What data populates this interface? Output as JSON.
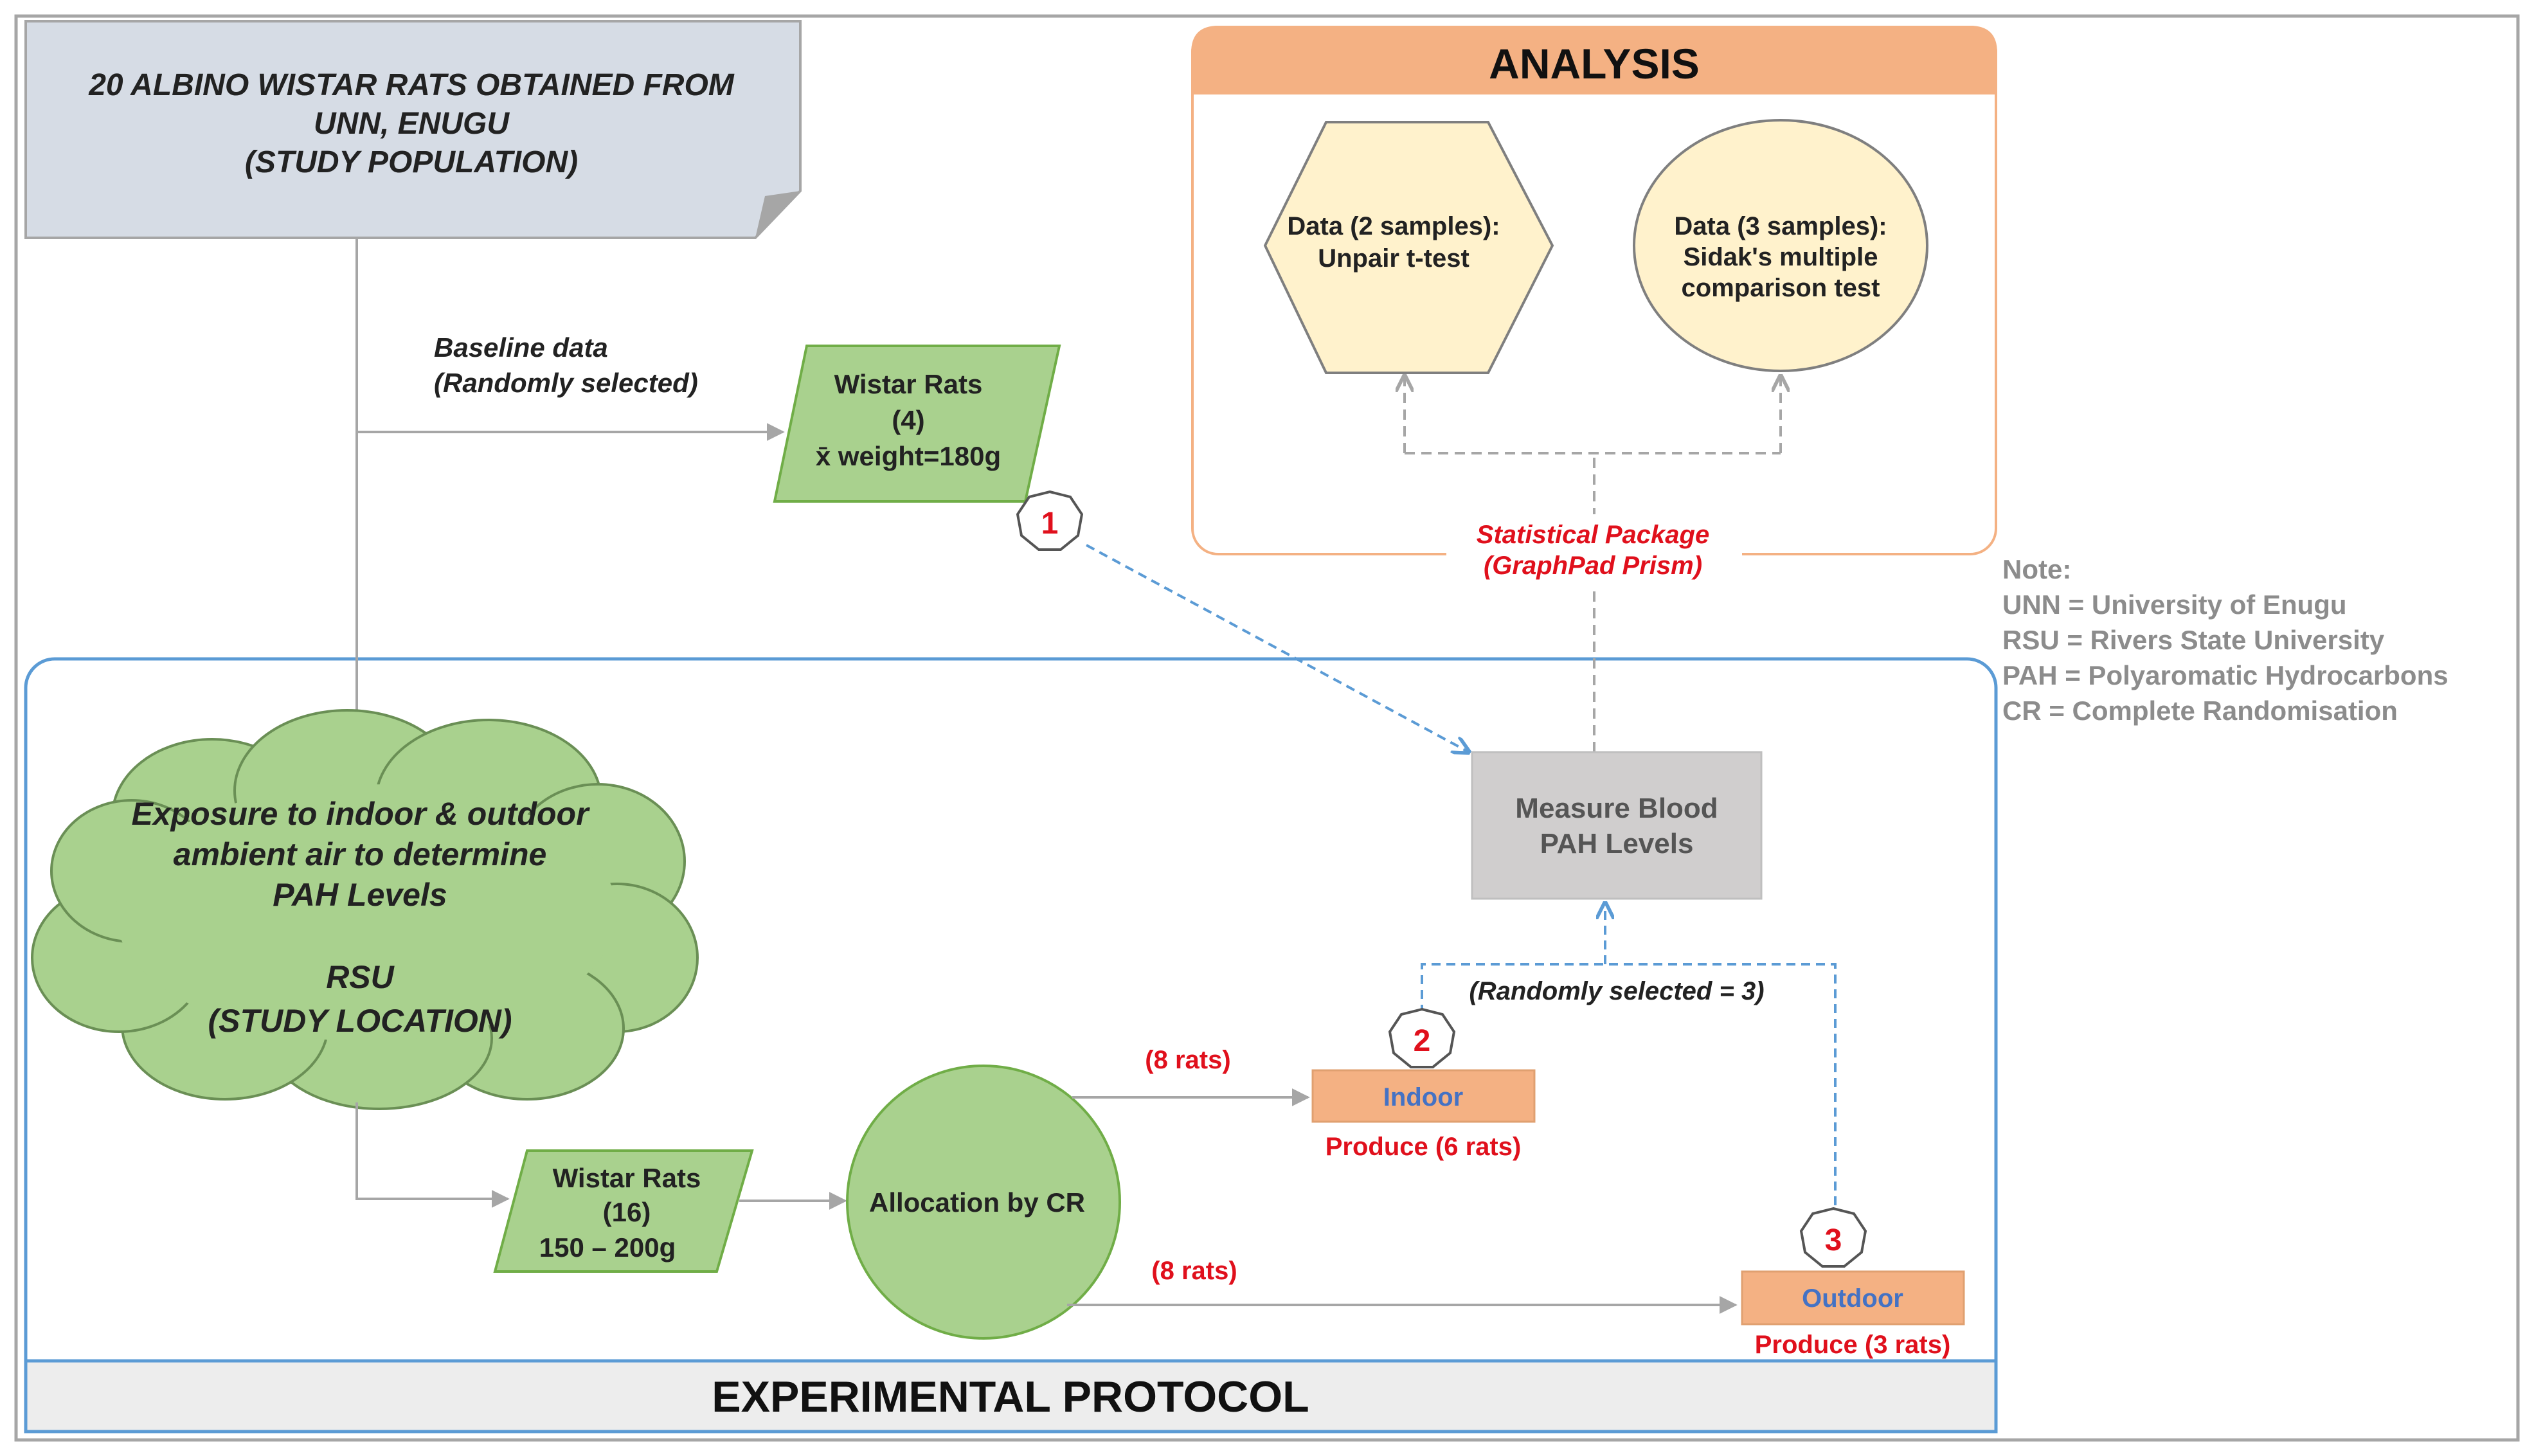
{
  "population": {
    "line1": "20 ALBINO WISTAR RATS OBTAINED FROM",
    "line2": "UNN, ENUGU",
    "line3": "(STUDY POPULATION)"
  },
  "baseline": {
    "label1": "Baseline data",
    "label2": "(Randomly selected)",
    "box1": "Wistar Rats",
    "box2": "(4)",
    "box3": "x̄  weight=180g"
  },
  "analysis": {
    "title": "ANALYSIS",
    "hex1": "Data (2 samples):",
    "hex2": "Unpair  t-test",
    "circle1": "Data (3 samples):",
    "circle2": "Sidak's multiple",
    "circle3": "comparison  test",
    "stat1": "Statistical Package",
    "stat2": "(GraphPad Prism)"
  },
  "note": {
    "title": "Note:",
    "l1": "UNN  =  University  of  Enugu",
    "l2": "RSU  =  Rivers  State  University",
    "l3": "PAH  =  Polyaromatic  Hydrocarbons",
    "l4": "CR  =  Complete  Randomisation"
  },
  "exposure": {
    "l1": "Exposure to indoor & outdoor",
    "l2": "ambient air to determine",
    "l3": "PAH Levels",
    "l4": "RSU",
    "l5": "(STUDY LOCATION)"
  },
  "measure": {
    "l1": "Measure Blood",
    "l2": "PAH Levels"
  },
  "random3": "(Randomly selected = 3)",
  "markers": {
    "m1": "1",
    "m2": "2",
    "m3": "3"
  },
  "allocation": "Allocation  by CR",
  "rats16": {
    "l1": "Wistar Rats",
    "l2": "(16)",
    "l3": "150  – 200g"
  },
  "indoor": {
    "label": "Indoor",
    "count": "(8 rats)",
    "produce": "Produce (6 rats)"
  },
  "outdoor": {
    "label": "Outdoor",
    "count": "(8 rats)",
    "produce": "Produce (3 rats)"
  },
  "protocol_title": "EXPERIMENTAL PROTOCOL",
  "colors": {
    "green": "#a9d18e",
    "orange": "#f4b183",
    "yellow": "#fff2cc",
    "grey": "#d0cece",
    "blue_frame": "#5b9bd5",
    "red": "#e0101c",
    "note_grey": "#8c8c8c"
  }
}
